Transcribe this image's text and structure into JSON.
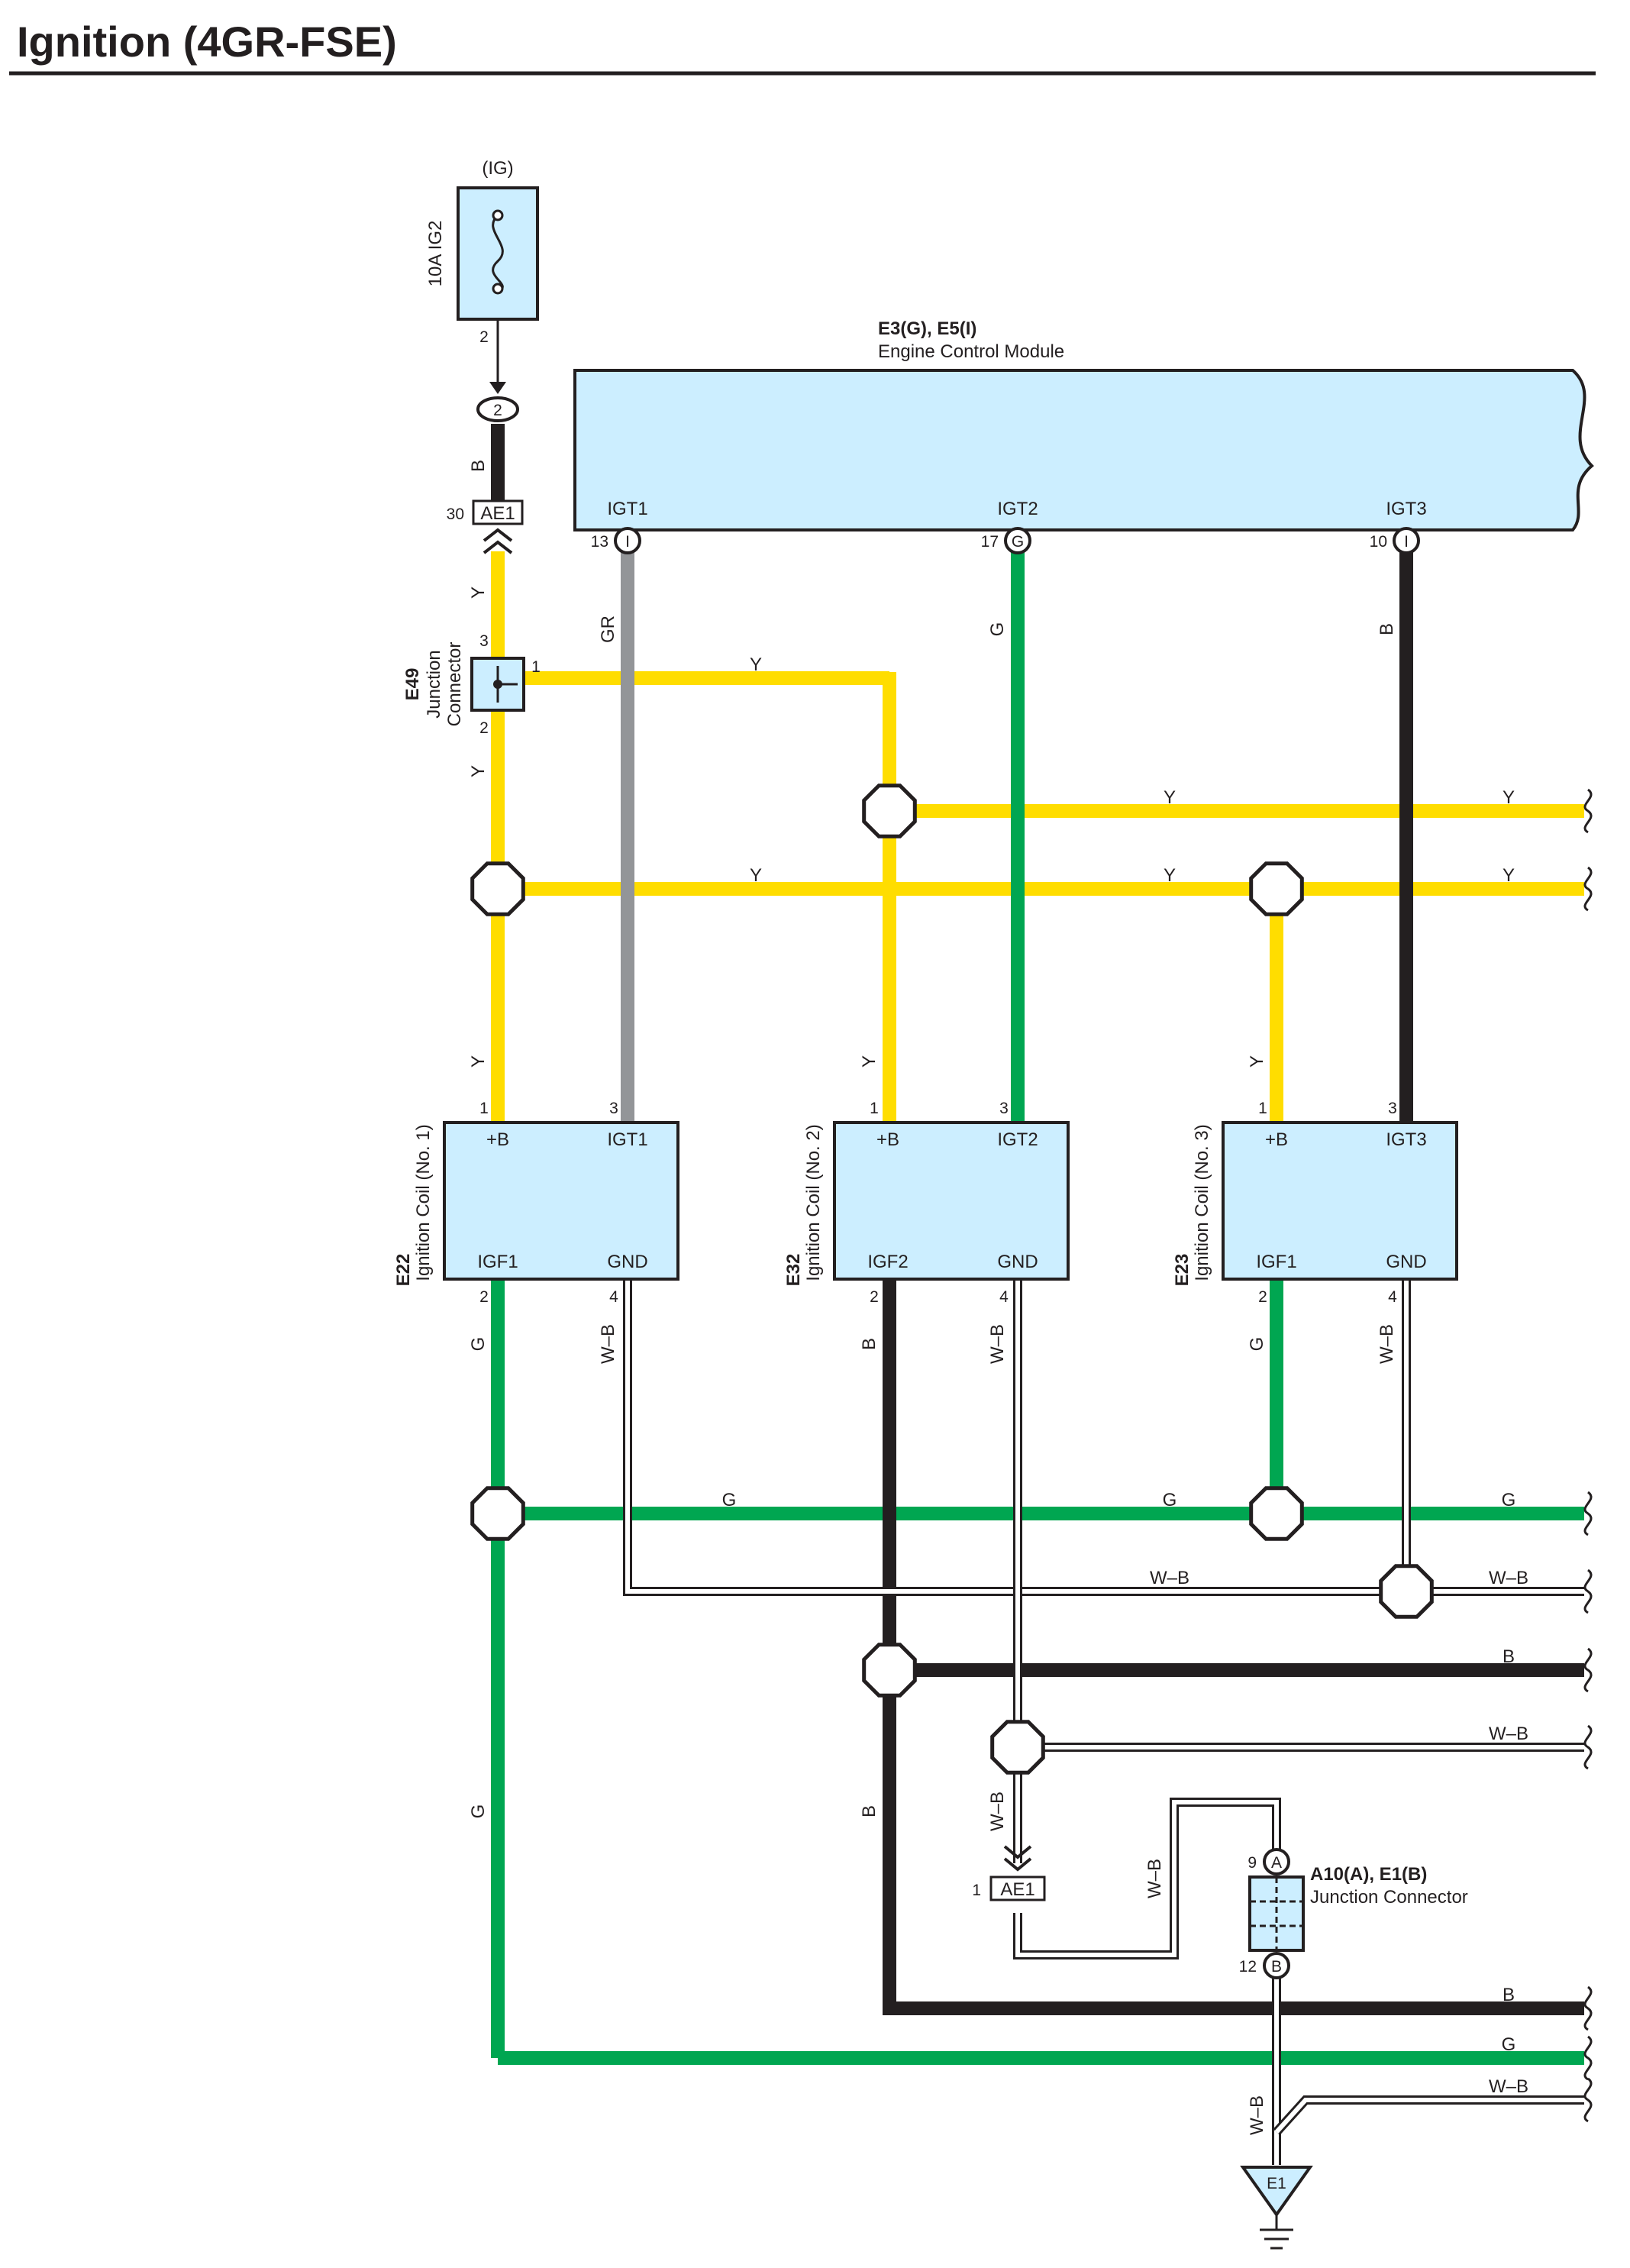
{
  "title": "Ignition (4GR-FSE)",
  "colors": {
    "Y": "#ffdd00",
    "G": "#00a651",
    "B": "#231f20",
    "GR": "#939598",
    "W-B": "#ffffff",
    "box_fill": "#cceeff"
  },
  "fuse": {
    "source": "(IG)",
    "label": "10A IG2",
    "pin": "2"
  },
  "top_connector": {
    "pin": "2"
  },
  "ae1_top": {
    "name": "AE1",
    "pin": "30"
  },
  "ecm": {
    "ref": "E3(G), E5(I)",
    "name": "Engine Control Module",
    "terminals": [
      {
        "name": "IGT1",
        "pin": "13",
        "conn": "I"
      },
      {
        "name": "IGT2",
        "pin": "17",
        "conn": "G"
      },
      {
        "name": "IGT3",
        "pin": "10",
        "conn": "I"
      }
    ]
  },
  "e49": {
    "ref": "E49",
    "name1": "Junction",
    "name2": "Connector",
    "pins": [
      "3",
      "1",
      "2"
    ]
  },
  "coils": [
    {
      "ref": "E22",
      "name": "Ignition Coil (No. 1)",
      "tl": "+B",
      "tr": "IGT1",
      "bl": "IGF1",
      "br": "GND",
      "p_tl": "1",
      "p_tr": "3",
      "p_bl": "2",
      "p_br": "4"
    },
    {
      "ref": "E32",
      "name": "Ignition Coil (No. 2)",
      "tl": "+B",
      "tr": "IGT2",
      "bl": "IGF2",
      "br": "GND",
      "p_tl": "1",
      "p_tr": "3",
      "p_bl": "2",
      "p_br": "4"
    },
    {
      "ref": "E23",
      "name": "Ignition Coil (No. 3)",
      "tl": "+B",
      "tr": "IGT3",
      "bl": "IGF1",
      "br": "GND",
      "p_tl": "1",
      "p_tr": "3",
      "p_bl": "2",
      "p_br": "4"
    }
  ],
  "ae1_bottom": {
    "name": "AE1",
    "pin": "1"
  },
  "junction_a10": {
    "ref": "A10(A), E1(B)",
    "name": "Junction Connector",
    "pin_top": "9",
    "conn_top": "A",
    "pin_bottom": "12",
    "conn_bottom": "B"
  },
  "ground": {
    "name": "E1"
  },
  "wire_labels": {
    "y": "Y",
    "g": "G",
    "b": "B",
    "gr": "GR",
    "wb": "W–B"
  }
}
